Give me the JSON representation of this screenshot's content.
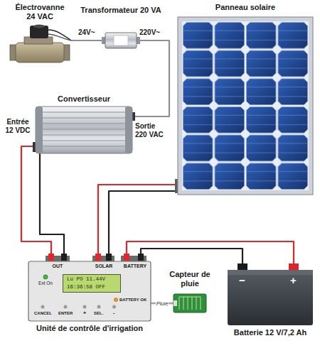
{
  "diagram": {
    "nodes": [
      {
        "text": [
          "Électrovanne 24 VAC"
        ]
      },
      {
        "text": [
          "Transformateur 20 VA"
        ]
      },
      {
        "text": [
          "Panneau solaire"
        ]
      },
      {
        "text": [
          "Convertisseur"
        ]
      },
      {
        "text": [
          "Unité de contrôle d'irrigation"
        ]
      },
      {
        "text": [
          "Lu PO 11.44V",
          "16:36:58 OFF"
        ],
        "in": 4
      },
      {
        "text": [
          "Capteur de pluie"
        ]
      },
      {
        "text": [
          "Batterie 12 V/7,2 Ah"
        ]
      }
    ],
    "edges": [
      {
        "from": 0,
        "to": 1,
        "arrow": "none"
      },
      {
        "from": 1,
        "to": 3,
        "arrow": "none"
      },
      {
        "from": 3,
        "to": 4,
        "arrow": "none"
      },
      {
        "from": 3,
        "to": 4,
        "arrow": "none"
      },
      {
        "from": 2,
        "to": 4,
        "arrow": "none"
      },
      {
        "from": 2,
        "to": 4,
        "arrow": "none"
      },
      {
        "from": 4,
        "to": 7,
        "arrow": "none"
      },
      {
        "from": 4,
        "to": 7,
        "arrow": "none"
      },
      {
        "from": 4,
        "to": 6,
        "label": "Pluie",
        "arrow": "none"
      }
    ],
    "labels": [
      "24V~",
      "220V~",
      "Entrée 12 VDC",
      "Sortie 220 VAC",
      "OUT",
      "SOLAR",
      "BATTERY",
      "Ext On",
      "BATTERY OK",
      "CANCEL",
      "ENTER",
      "+",
      "SEL.",
      "-",
      "−",
      "+"
    ]
  }
}
